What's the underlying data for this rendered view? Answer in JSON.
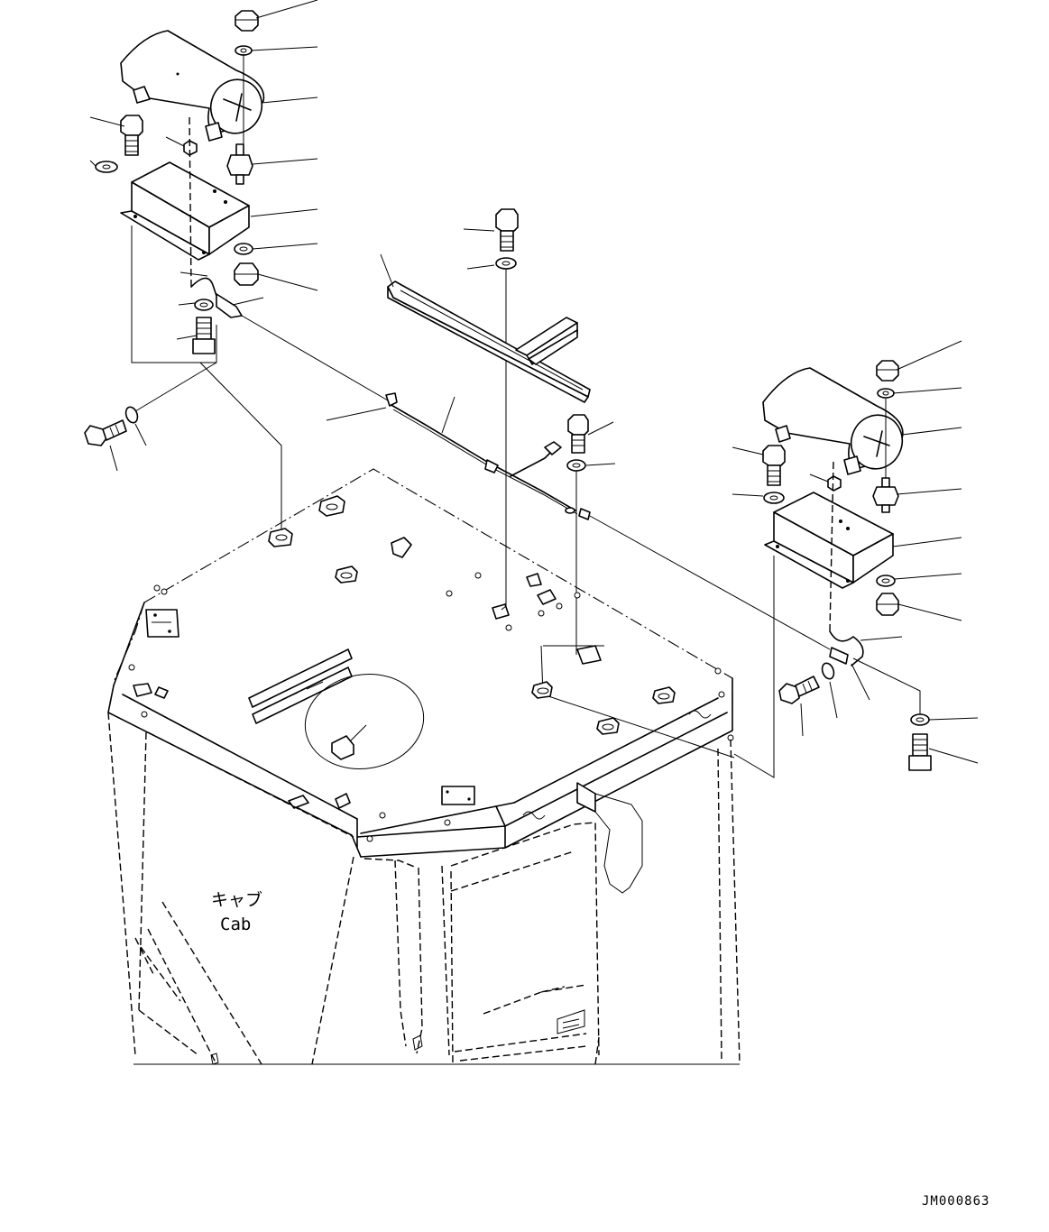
{
  "diagram": {
    "cab_label_jp": "キャブ",
    "cab_label_en": "Cab",
    "drawing_code": "JM000863"
  }
}
